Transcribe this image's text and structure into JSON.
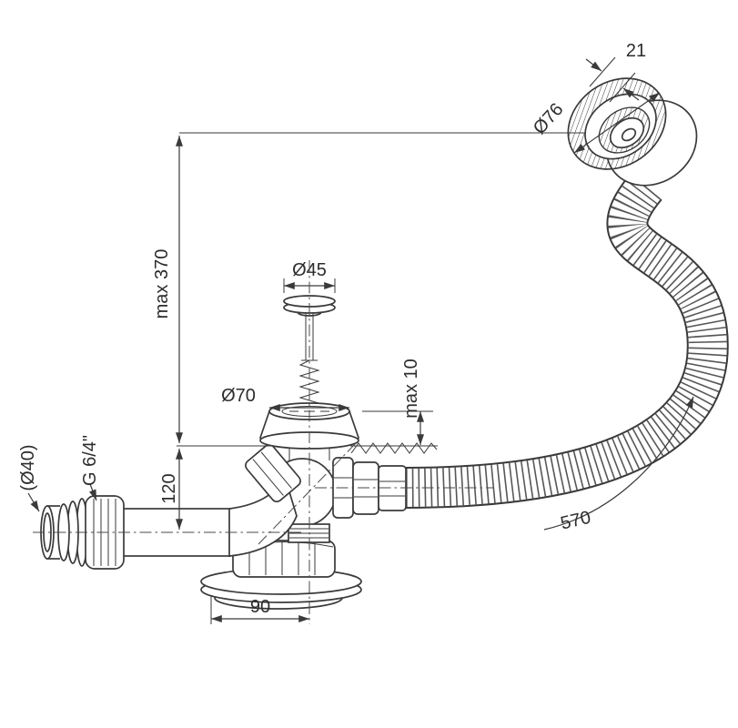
{
  "diagram": {
    "subject": "Bath waste, overflow and drain set - dimensional technical drawing",
    "type": "technical-drawing",
    "colors": {
      "line": "#3a3a3a",
      "background": "#ffffff"
    },
    "dimensions": {
      "overflow_cap_thickness": "21",
      "overflow_cap_diameter": "Ø76",
      "max_overflow_height": "max 370",
      "plug_cap_diameter": "Ø45",
      "waste_flange_diameter": "Ø70",
      "max_rim_thickness": "max 10",
      "body_height": "120",
      "outlet_pipe_diameter": "(Ø40)",
      "outlet_thread": "G 6/4\"",
      "hose_length": "570",
      "outlet_offset": "90"
    }
  }
}
